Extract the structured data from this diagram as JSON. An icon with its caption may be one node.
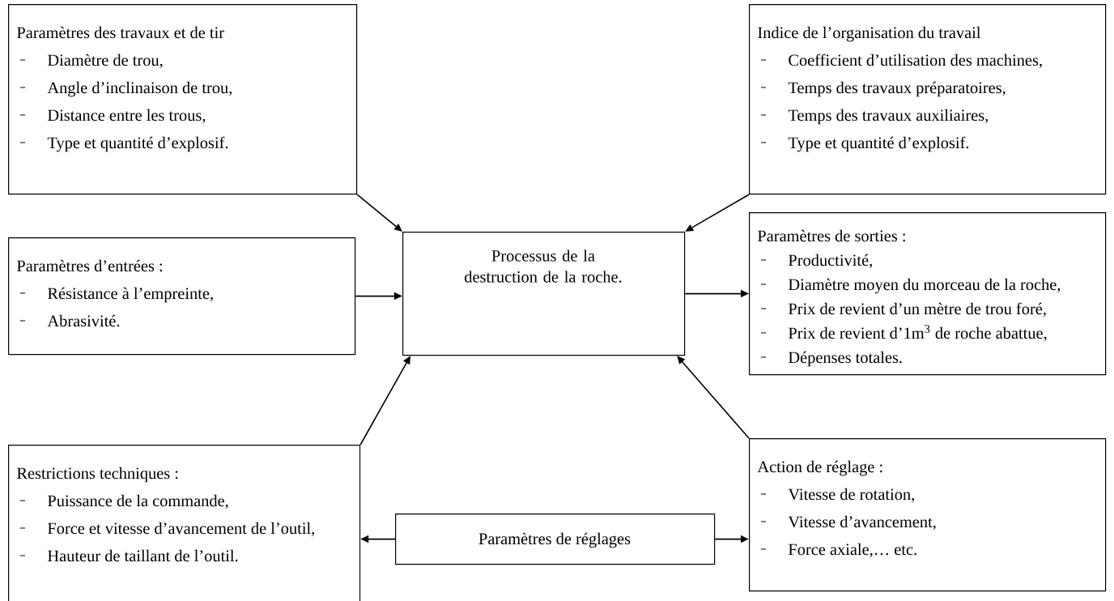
{
  "diagram": {
    "nodes": [
      {
        "text": [
          "Paramètres des travaux et de tir",
          "Diamètre de trou,",
          "Angle d’inclinaison de trou,",
          "Distance entre les trous,",
          "Type et quantité d’explosif."
        ]
      },
      {
        "text": [
          "Indice de l’organisation du travail",
          "Coefficient d’utilisation des machines,",
          "Temps des travaux préparatoires,",
          "Temps des travaux auxiliaires,",
          "Type et quantité d’explosif."
        ]
      },
      {
        "text": [
          "Processus de la destruction de la roche."
        ]
      },
      {
        "text": [
          "Paramètres d’entrées :",
          "Résistance à l’empreinte,",
          "Abrasivité."
        ]
      },
      {
        "text": [
          "Paramètres de sorties :",
          "Productivité,",
          "Diamètre moyen du morceau de la roche,",
          "Prix de revient d’un mètre de trou foré,",
          "Prix de revient d’1m$^{3}$ de roche abattue,",
          "Dépenses totales."
        ]
      },
      {
        "text": [
          "Restrictions techniques :",
          "Puissance de la commande,",
          "Force et vitesse d’avancement de l’outil,",
          "Hauteur de taillant de l’outil."
        ]
      },
      {
        "text": [
          "Paramètres de réglages"
        ]
      },
      {
        "text": [
          "Action de réglage :",
          "Vitesse de rotation,",
          "Vitesse d’avancement,",
          "Force axiale,… etc."
        ]
      }
    ],
    "edges": [
      {
        "from": 0,
        "to": 2,
        "arrow": "to"
      },
      {
        "from": 1,
        "to": 2,
        "arrow": "to"
      },
      {
        "from": 3,
        "to": 2,
        "arrow": "to"
      },
      {
        "from": 2,
        "to": 4,
        "arrow": "to"
      },
      {
        "from": 5,
        "to": 2,
        "arrow": "to"
      },
      {
        "from": 7,
        "to": 2,
        "arrow": "to"
      },
      {
        "from": 6,
        "to": 5,
        "arrow": "to"
      },
      {
        "from": 6,
        "to": 7,
        "arrow": "to"
      }
    ]
  }
}
